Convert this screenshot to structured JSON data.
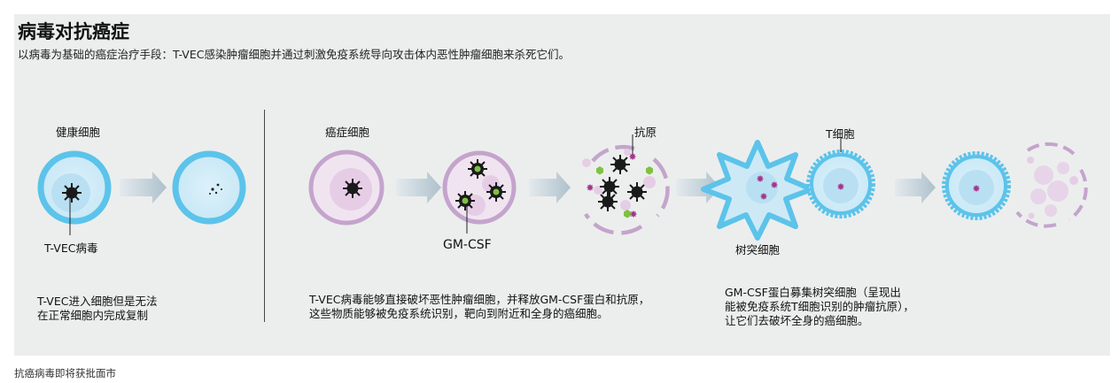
{
  "title": "病毒对抗癌症",
  "subtitle": "以病毒为基础的癌症治疗手段：T-VEC感染肿瘤细胞并通过刺激免疫系统导向攻击体内恶性肿瘤细胞来杀死它们。",
  "labels": {
    "healthy_cell": "健康细胞",
    "cancer_cell": "癌症细胞",
    "antigen": "抗原",
    "t_cell": "T细胞",
    "tvec_virus": "T-VEC病毒",
    "gm_csf": "GM-CSF",
    "dendritic_cell": "树突细胞"
  },
  "descriptions": {
    "step1": "T-VEC进入细胞但是无法\n在正常细胞内完成复制",
    "step2": "T-VEC病毒能够直接破坏恶性肿瘤细胞，并释放GM-CSF蛋白和抗原，\n这些物质能够被免疫系统识别，靶向到附近和全身的癌细胞。",
    "step3": "GM-CSF蛋白募集树突细胞（呈现出\n能被免疫系统T细胞识别的肿瘤抗原），\n让它们去破坏全身的癌细胞。"
  },
  "caption": "抗癌病毒即将获批面市",
  "colors": {
    "panel_bg": "#eceeed",
    "healthy_ring": "#5cc3ea",
    "healthy_fill": "#d5eef9",
    "cancer_ring": "#c4a4cc",
    "cancer_fill": "#ecd9ec",
    "virus": "#1a1a1a",
    "gm_csf_green": "#7ec242",
    "antigen_magenta": "#a3368c",
    "arrow": "#b6c7d1"
  }
}
